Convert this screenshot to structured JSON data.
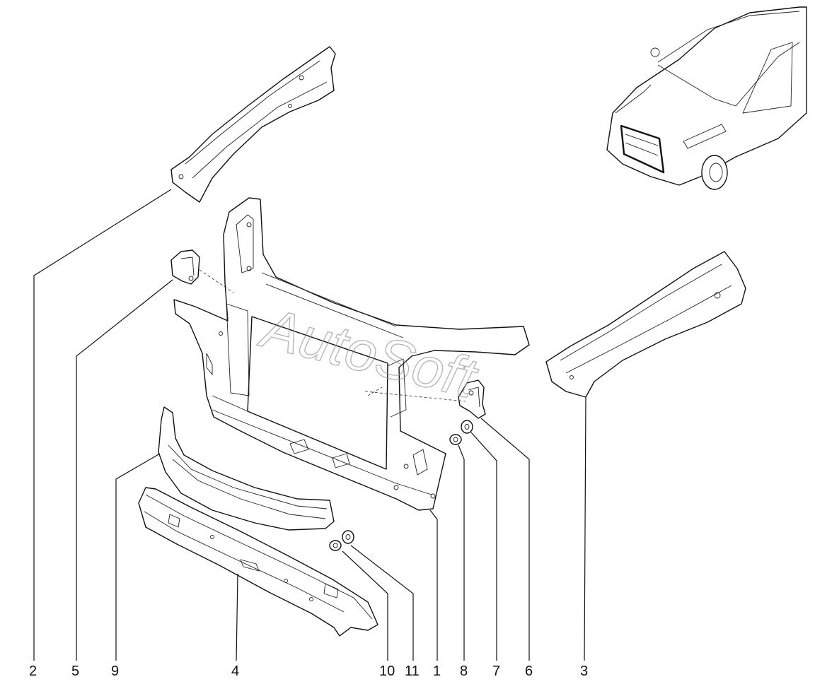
{
  "watermark": "AutoSoft",
  "callouts": {
    "c1": "1",
    "c2": "2",
    "c3": "3",
    "c4": "4",
    "c5": "5",
    "c6": "6",
    "c7": "7",
    "c8": "8",
    "c9": "9",
    "c10": "10",
    "c11": "11"
  }
}
